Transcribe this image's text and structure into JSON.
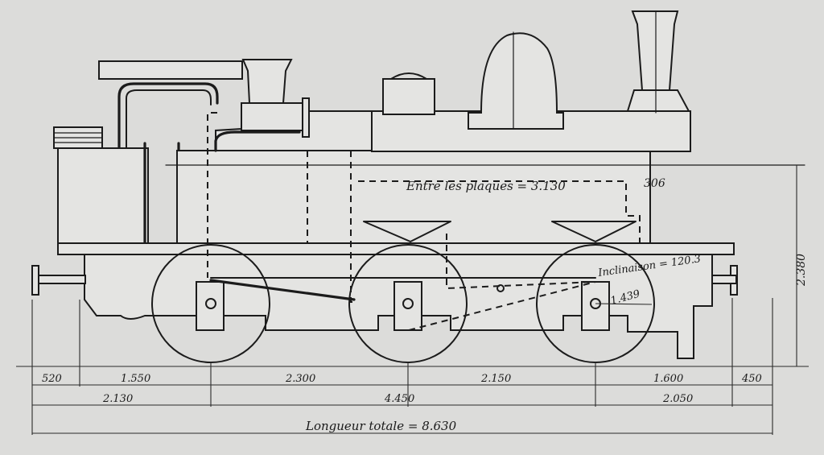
{
  "drawing": {
    "paper_color": "#dcdcda",
    "ink_color": "#1b1b1b",
    "annotations": {
      "between_plates": "Entre les plaques = 3.130",
      "plate_offset": "306",
      "inclination": "Inclinaison = 120.3",
      "rod_length": "1.439",
      "height": "2.380"
    },
    "dimensions_row1": [
      "520",
      "1.550",
      "2.300",
      "2.150",
      "1.600",
      "450"
    ],
    "dimensions_row2": [
      "2.130",
      "4.450",
      "2.050"
    ],
    "total_length": "Longueur totale = 8.630"
  }
}
